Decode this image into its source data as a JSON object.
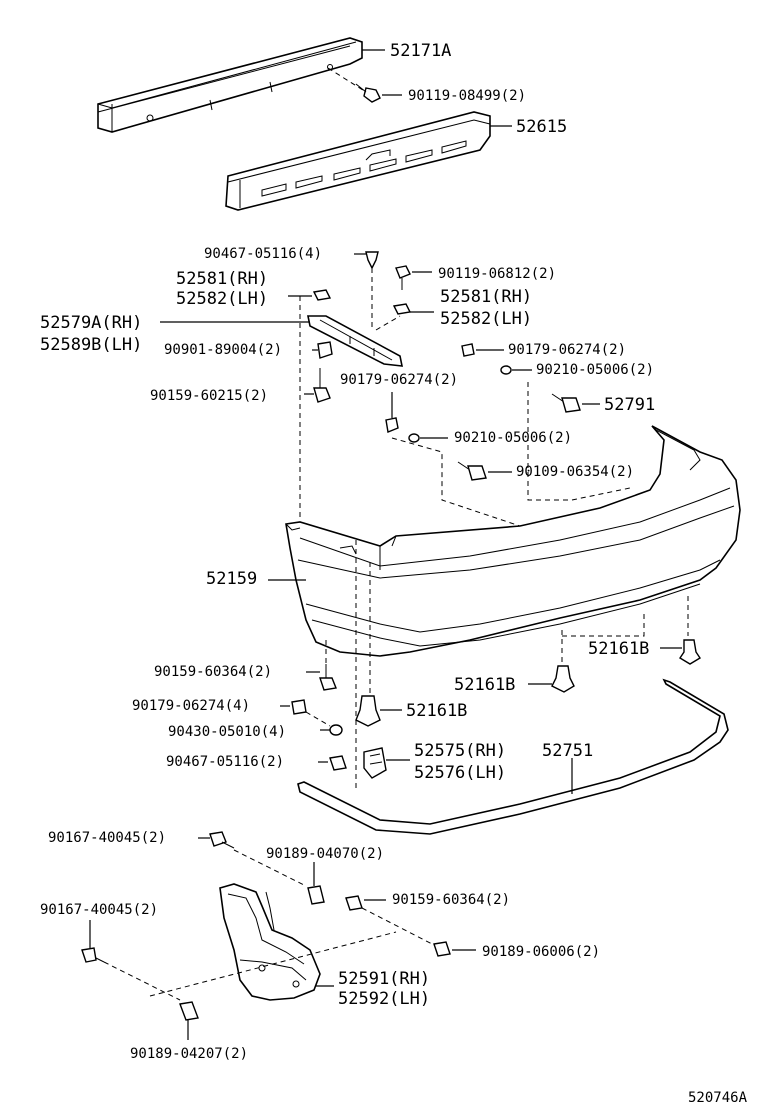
{
  "diagram_code": "520746A",
  "labels": {
    "l52171A": "52171A",
    "l90119_08499": "90119-08499(2)",
    "l52615": "52615",
    "l90467_05116_4": "90467-05116(4)",
    "l52581_rh_a": "52581(RH)",
    "l52582_lh_a": "52582(LH)",
    "l90119_06812": "90119-06812(2)",
    "l52581_rh_b": "52581(RH)",
    "l52582_lh_b": "52582(LH)",
    "l52579A": "52579A(RH)",
    "l52589B": "52589B(LH)",
    "l90901_89004": "90901-89004(2)",
    "l90179_06274_a": "90179-06274(2)",
    "l90210_05006_a": "90210-05006(2)",
    "l90159_60215": "90159-60215(2)",
    "l90179_06274_b": "90179-06274(2)",
    "l52791": "52791",
    "l90210_05006_b": "90210-05006(2)",
    "l90109_06354": "90109-06354(2)",
    "l52159": "52159",
    "l52161B_a": "52161B",
    "l90159_60364_a": "90159-60364(2)",
    "l52161B_b": "52161B",
    "l90179_06274_c": "90179-06274(4)",
    "l52161B_c": "52161B",
    "l90430_05010": "90430-05010(4)",
    "l52575": "52575(RH)",
    "l52751": "52751",
    "l90467_05116_2": "90467-05116(2)",
    "l52576": "52576(LH)",
    "l90167_40045_a": "90167-40045(2)",
    "l90189_04070": "90189-04070(2)",
    "l90159_60364_b": "90159-60364(2)",
    "l90167_40045_b": "90167-40045(2)",
    "l90189_06006": "90189-06006(2)",
    "l52591": "52591(RH)",
    "l52592": "52592(LH)",
    "l90189_04207": "90189-04207(2)"
  }
}
